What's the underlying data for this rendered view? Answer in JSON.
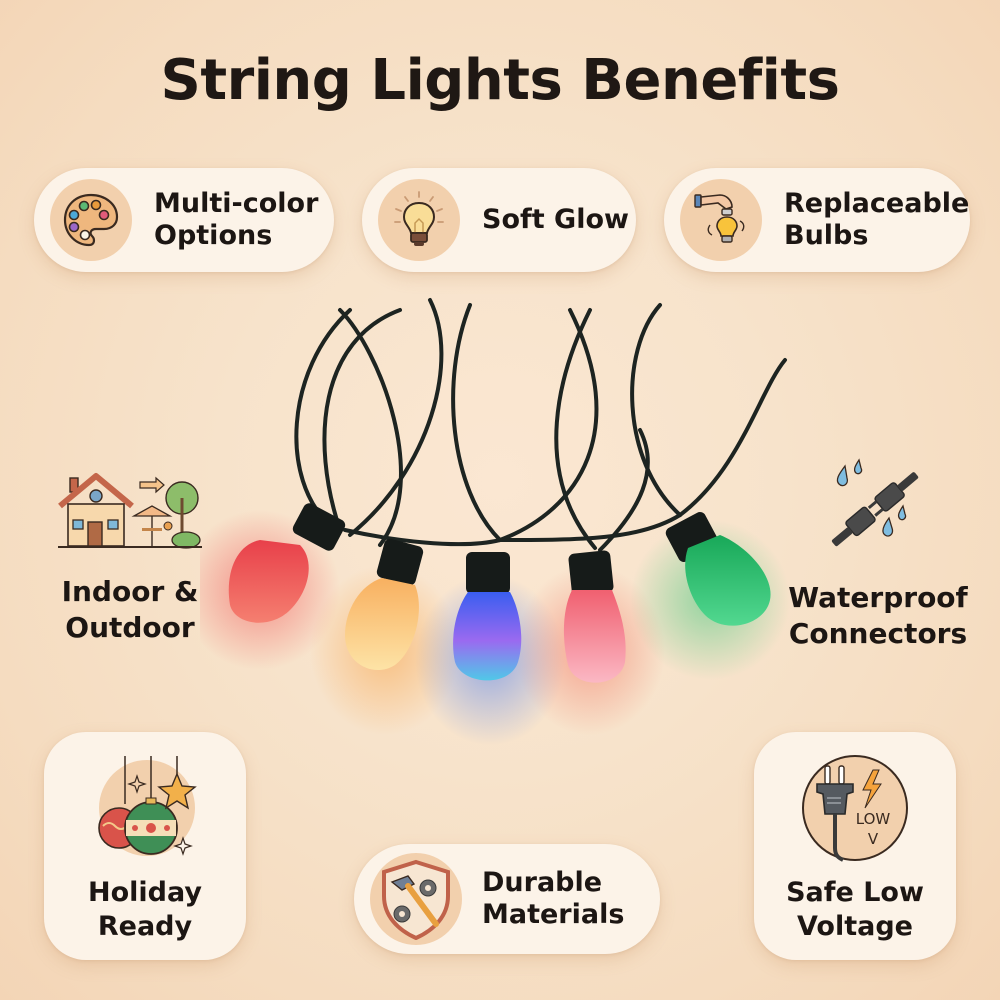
{
  "title": "String Lights Benefits",
  "colors": {
    "background": "#f6dfc5",
    "card": "#fcf3e8",
    "icon_circle": "#f2d0ad",
    "text": "#1c1613"
  },
  "top_benefits": [
    {
      "label_line1": "Multi-color",
      "label_line2": "Options",
      "icon": "palette-icon"
    },
    {
      "label_line1": "Soft Glow",
      "label_line2": "",
      "icon": "lightbulb-icon"
    },
    {
      "label_line1": "Replaceable",
      "label_line2": "Bulbs",
      "icon": "hand-replacing-bulb-icon"
    }
  ],
  "side_benefits": [
    {
      "label_line1": "Indoor &",
      "label_line2": "Outdoor",
      "icon": "house-patio-icon"
    },
    {
      "label_line1": "Waterproof",
      "label_line2": "Connectors",
      "icon": "plug-connector-water-icon"
    }
  ],
  "bottom_benefits": [
    {
      "label_line1": "Holiday",
      "label_line2": "Ready",
      "icon": "ornaments-icon"
    },
    {
      "label_line1": "Durable",
      "label_line2": "Materials",
      "icon": "shield-hammer-gears-icon"
    },
    {
      "label_line1": "Safe Low",
      "label_line2": "Voltage",
      "icon": "plug-low-voltage-icon"
    }
  ],
  "low_voltage_badge": {
    "line1": "LOW",
    "line2": "V"
  },
  "bulbs": [
    {
      "color": "#f0484e",
      "name": "red"
    },
    {
      "color": "#f7c27a",
      "name": "warm-white"
    },
    {
      "color": "#6d66f0",
      "name": "blue"
    },
    {
      "color": "#f58c9a",
      "name": "pink"
    },
    {
      "color": "#2fc472",
      "name": "green"
    }
  ]
}
